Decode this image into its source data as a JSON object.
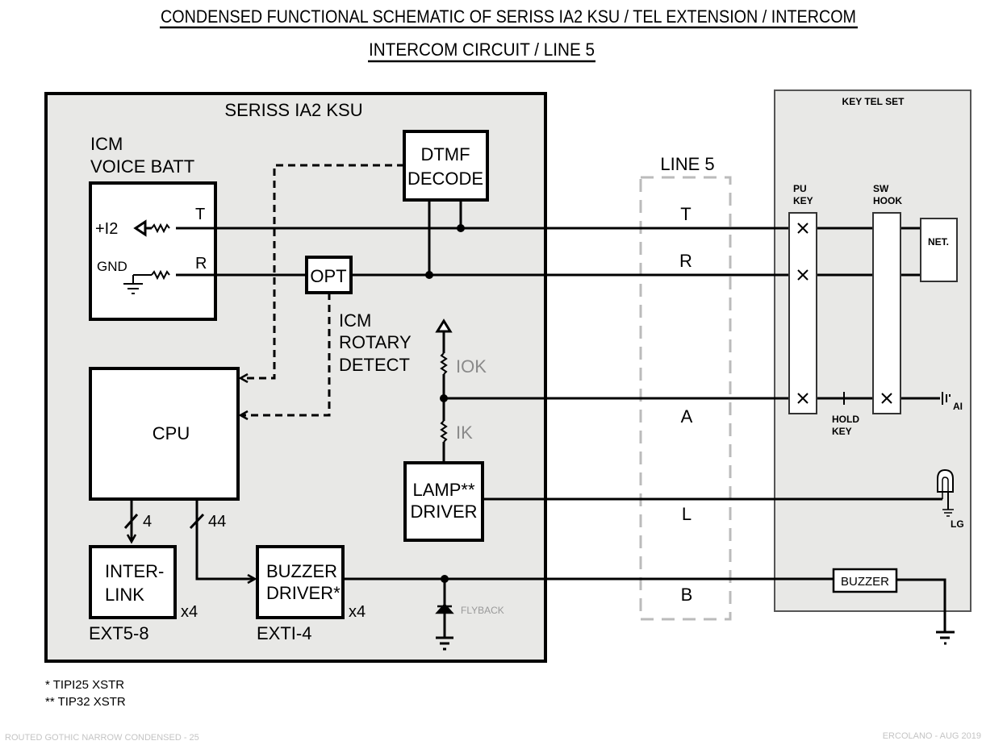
{
  "title": {
    "line1": "CONDENSED FUNCTIONAL SCHEMATIC OF SERISS IA2 KSU / TEL EXTENSION / INTERCOM",
    "line2": "INTERCOM CIRCUIT / LINE 5"
  },
  "ksu": {
    "label": "SERISS IA2 KSU",
    "voice_batt": {
      "heading_1": "ICM",
      "heading_2": "VOICE BATT",
      "supply": "+I2",
      "gnd": "GND",
      "t": "T",
      "r": "R"
    },
    "dtmf": {
      "line1": "DTMF",
      "line2": "DECODE"
    },
    "opt": "OPT",
    "rotary": {
      "line1": "ICM",
      "line2": "ROTARY",
      "line3": "DETECT"
    },
    "cpu": "CPU",
    "bus_interlink": "4",
    "bus_buzzer": "44",
    "r_pullup": "IOK",
    "r_series": "IK",
    "lamp": {
      "line1": "LAMP**",
      "line2": "DRIVER"
    },
    "interlink": {
      "line1": "INTER-",
      "line2": "LINK",
      "mult": "x4",
      "ext": "EXT5-8"
    },
    "buzzer_driver": {
      "line1": "BUZZER",
      "line2": "DRIVER*",
      "mult": "x4",
      "ext": "EXTI-4"
    },
    "flyback": "FLYBACK"
  },
  "line": {
    "label": "LINE 5",
    "leads": [
      "T",
      "R",
      "A",
      "L",
      "B"
    ]
  },
  "tel": {
    "label": "KEY TEL SET",
    "pu_key": {
      "line1": "PU",
      "line2": "KEY"
    },
    "sw_hook": {
      "line1": "SW",
      "line2": "HOOK"
    },
    "net": "NET.",
    "hold_key": {
      "line1": "HOLD",
      "line2": "KEY"
    },
    "a1": "AI",
    "lg": "LG",
    "buzzer": "BUZZER"
  },
  "notes": {
    "star1": "* TIPI25 XSTR",
    "star2": "** TIP32 XSTR"
  },
  "footer": {
    "font_credit": "ROUTED GOTHIC NARROW CONDENSED - 25",
    "author": "ERCOLANO - AUG 2019"
  }
}
